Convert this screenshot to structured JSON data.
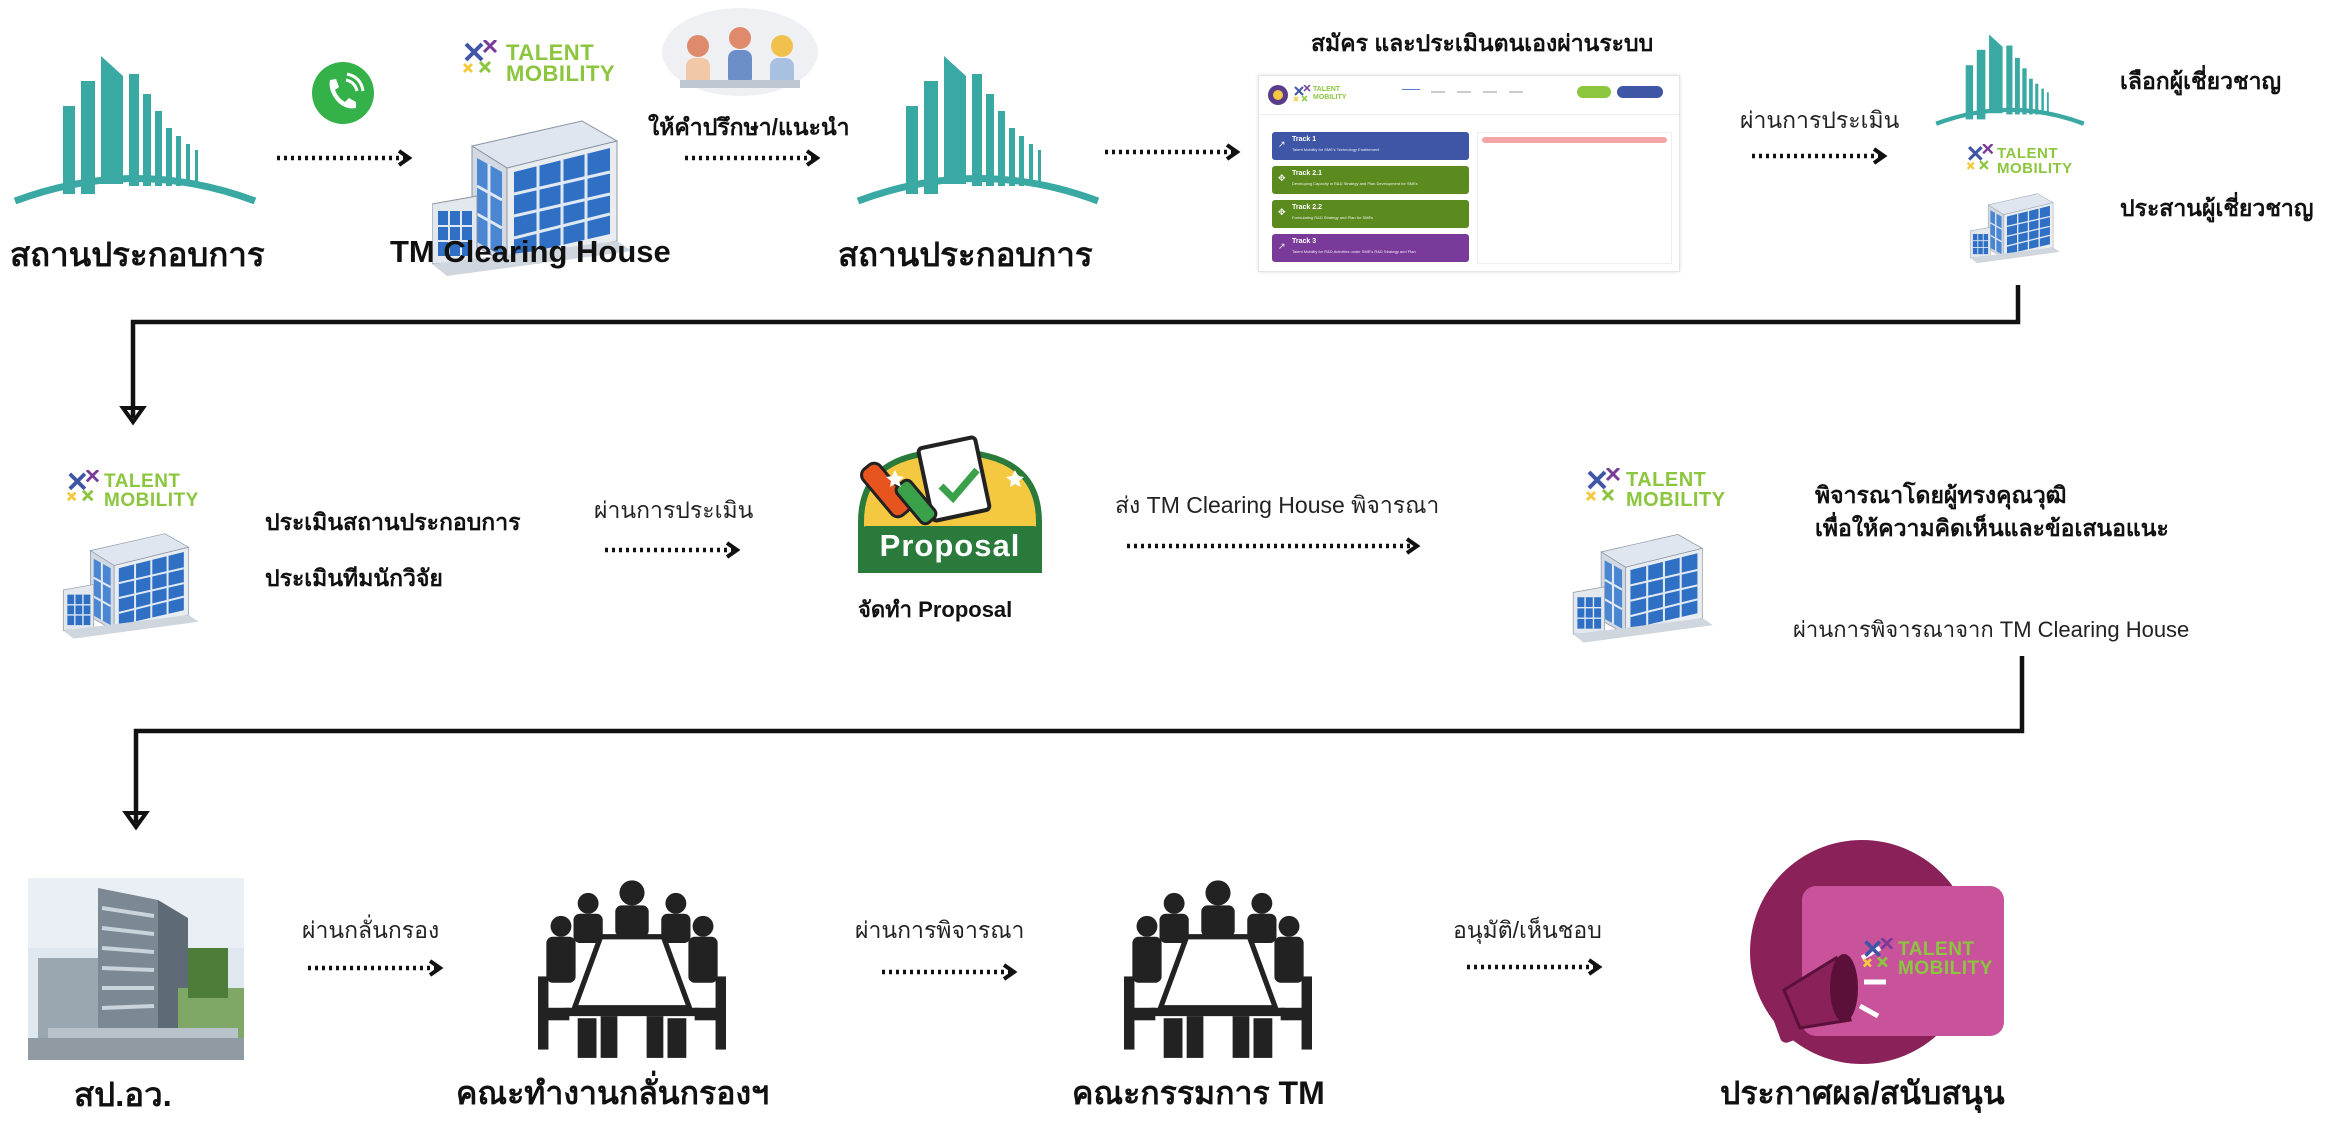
{
  "row1": {
    "operator_label": "สถานประกอบการ",
    "clearing_house_label": "TM Clearing House",
    "advice_label": "ให้คำปรึกษา/แนะนำ",
    "operator2_label": "สถานประกอบการ",
    "register_title": "สมัคร และประเมินตนเองผ่านระบบ",
    "pass_eval_label": "ผ่านการประเมิน",
    "select_expert_label": "เลือกผู้เชี่ยวชาญ",
    "coordinate_expert_label": "ประสานผู้เชี่ยวชาญ"
  },
  "row2": {
    "assess_operator_label": "ประเมินสถานประกอบการ",
    "assess_team_label": "ประเมินทีมนักวิจัย",
    "pass_eval_label": "ผ่านการประเมิน",
    "proposal_sign": "Proposal",
    "make_proposal_label": "จัดทำ Proposal",
    "send_label": "ส่ง TM Clearing House พิจารณา",
    "review_line1": "พิจารณาโดยผู้ทรงคุณวุฒิ",
    "review_line2": "เพื่อให้ความคิดเห็นและข้อเสนอแนะ",
    "pass_review_label": "ผ่านการพิจารณาจาก TM Clearing House"
  },
  "row3": {
    "nstda_label": "สป.อว.",
    "screen_pass_label": "ผ่านกลั่นกรอง",
    "working_group_label": "คณะทำงานกลั่นกรองฯ",
    "consider_pass_label": "ผ่านการพิจารณา",
    "committee_label": "คณะกรรมการ TM",
    "approve_label": "อนุมัติ/เห็นชอบ",
    "announce_label": "ประกาศผล/สนับสนุน"
  },
  "brand": {
    "line1": "TALENT",
    "line2": "MOBILITY"
  },
  "mockup": {
    "brand_line1": "TALENT",
    "brand_line2": "MOBILITY",
    "tracks": [
      {
        "title": "Track 1",
        "desc": "Talent Mobility for SME's Technology Enablement",
        "color": "#3f55a6"
      },
      {
        "title": "Track 2.1",
        "desc": "Developing Capacity in R&D Strategy and Plan Development for SMEs",
        "color": "#5b8a1f"
      },
      {
        "title": "Track 2.2",
        "desc": "Formulating R&D Strategy and Plan for SMEs",
        "color": "#5b8a1f"
      },
      {
        "title": "Track 3",
        "desc": "Talent Mobility for R&D Activities under SME's R&D Strategy and Plan",
        "color": "#7a3a9a"
      }
    ]
  },
  "colors": {
    "teal_building": "#3aa9a4",
    "office_blue": "#2f6fc4",
    "phone_green": "#35b14a",
    "proposal_yellow": "#f5c842",
    "announce_pink": "#c8539a",
    "announce_plum": "#8a2259",
    "brand_green": "#8cc63f"
  }
}
